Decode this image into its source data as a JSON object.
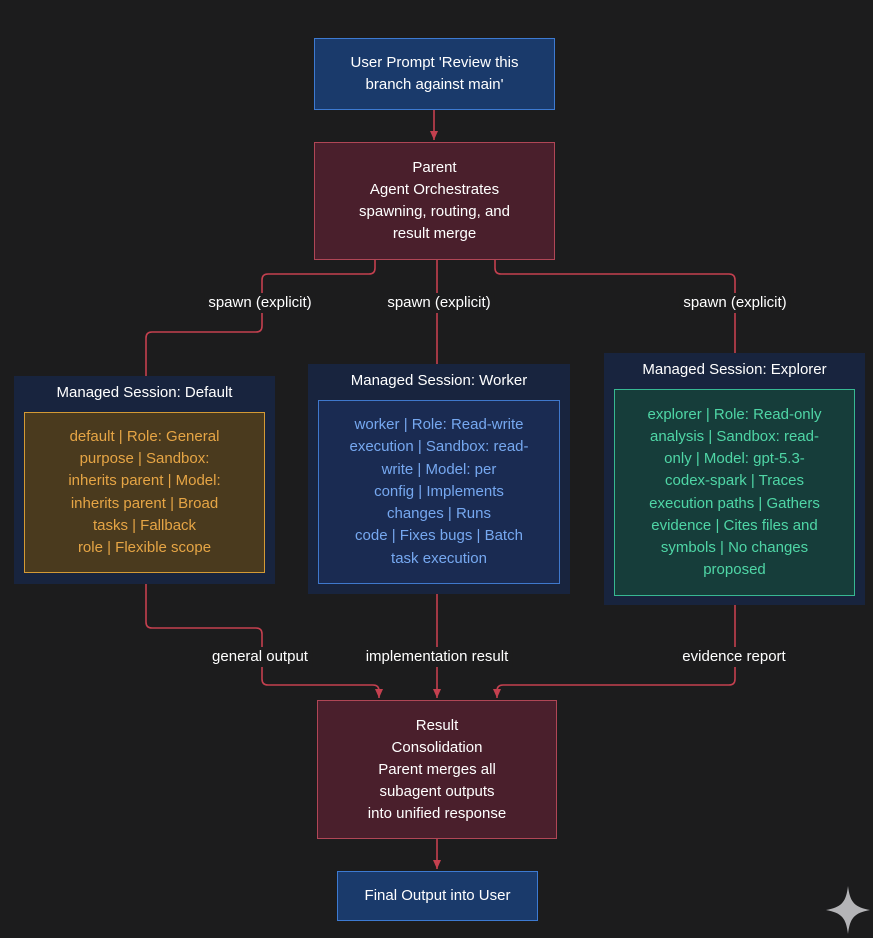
{
  "nodes": {
    "user_prompt": "User Prompt  'Review this\nbranch against main'",
    "parent": "Parent\nAgent  Orchestrates\nspawning,  routing, and\nresult merge",
    "result": "Result\nConsolidation\nParent merges all\nsubagent outputs\ninto unified response",
    "final": "Final Output into User"
  },
  "clusters": {
    "default": {
      "title": "Managed Session: Default",
      "body": "default | Role: General\npurpose | Sandbox:\ninherits parent | Model:\ninherits parent | Broad\ntasks | Fallback\nrole | Flexible scope"
    },
    "worker": {
      "title": "Managed Session: Worker",
      "body": "worker | Role: Read-write\nexecution | Sandbox: read-\nwrite | Model: per\nconfig | Implements\nchanges | Runs\ncode | Fixes bugs | Batch\ntask execution"
    },
    "explorer": {
      "title": "Managed Session: Explorer",
      "body": "explorer | Role: Read-only\nanalysis | Sandbox: read-\nonly | Model: gpt-5.3-\ncodex-spark | Traces\nexecution paths | Gathers\nevidence | Cites files and\nsymbols | No changes\nproposed"
    }
  },
  "edge_labels": {
    "spawn_default": "spawn (explicit)",
    "spawn_worker": "spawn (explicit)",
    "spawn_explorer": "spawn (explicit)",
    "out_default": "general output",
    "out_worker": "implementation result",
    "out_explorer": "evidence report"
  },
  "colors": {
    "background": "#1c1c1d",
    "edge": "#c4404f",
    "blue_node": "#1a3a6b",
    "red_node": "#4a1f2c",
    "default_accent": "#e6a545",
    "worker_accent": "#76a8f0",
    "explorer_accent": "#4fd6a6"
  },
  "icons": {
    "corner": "sparkle-icon"
  }
}
